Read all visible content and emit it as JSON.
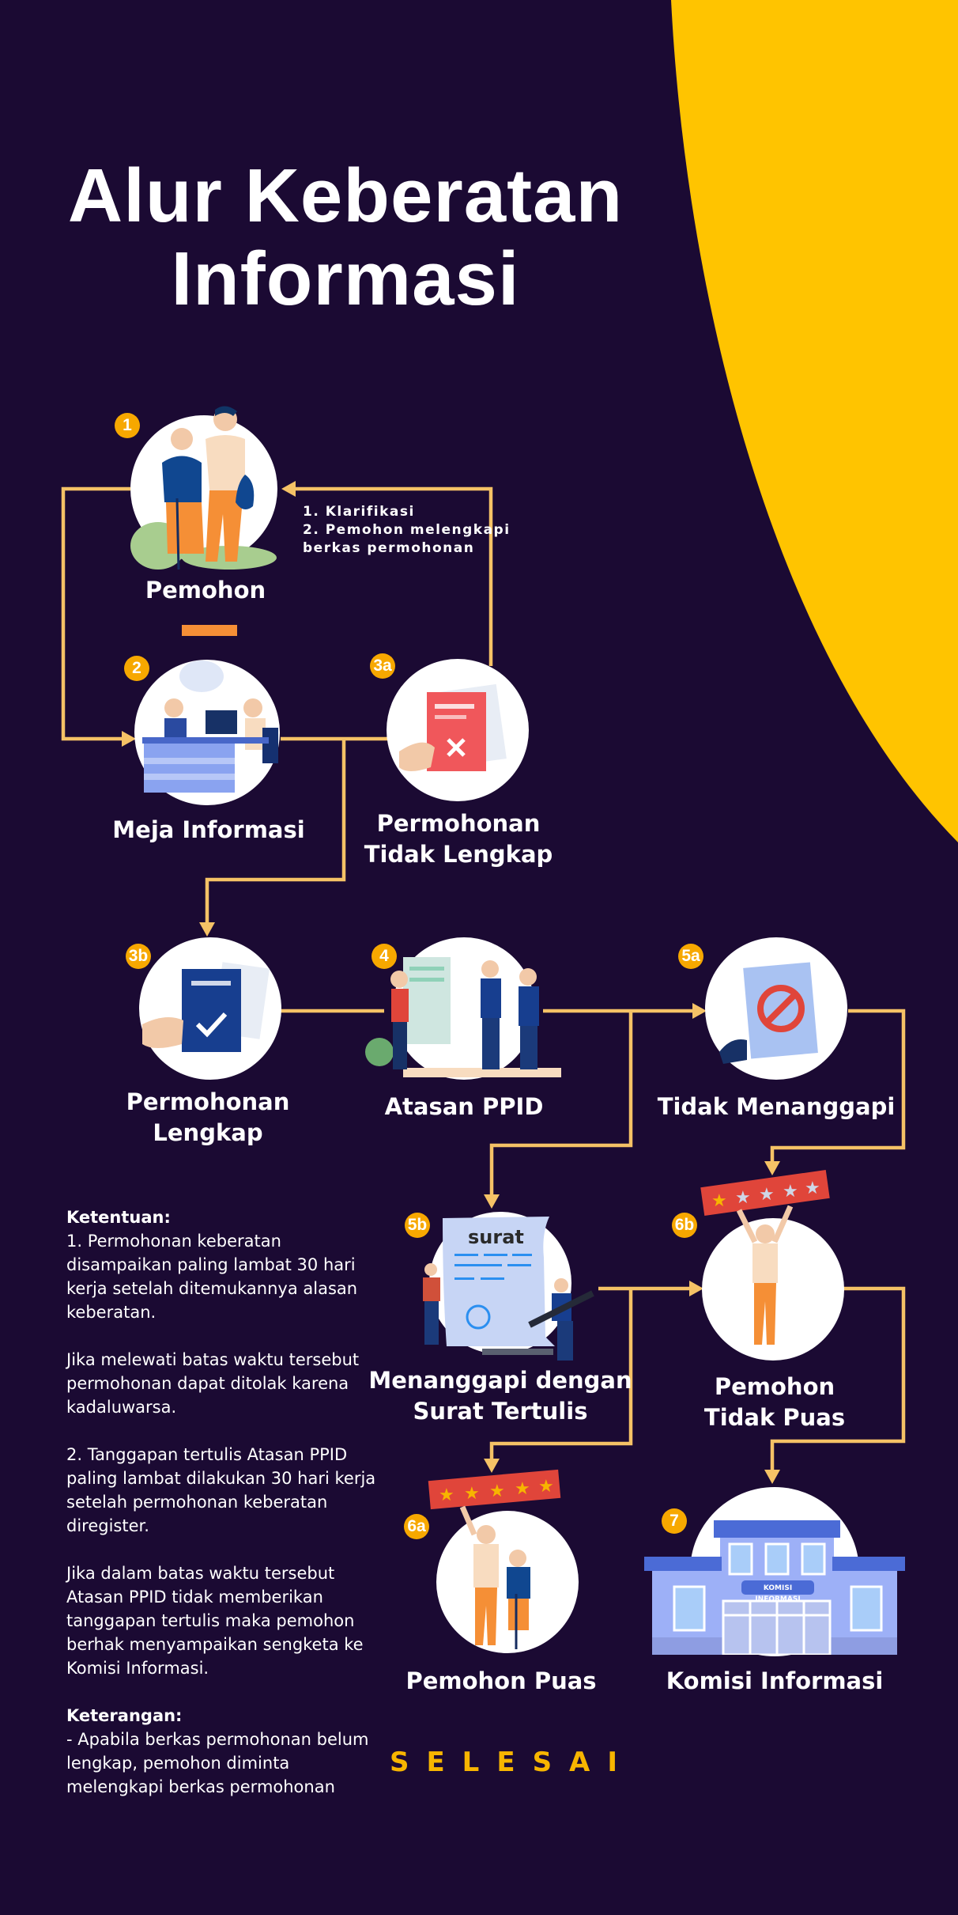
{
  "title": {
    "line1": "Alur Keberatan",
    "line2": "Informasi"
  },
  "colors": {
    "background": "#1b0a33",
    "accent": "#f7b500",
    "badge": "#f7a800",
    "connector": "#f5c266"
  },
  "nodes": {
    "n1": {
      "badge": "1",
      "label": "Pemohon",
      "icon": "people-icon"
    },
    "n2": {
      "badge": "2",
      "label": "Meja Informasi",
      "icon": "service-desk-icon"
    },
    "n3a": {
      "badge": "3a",
      "label_line1": "Permohonan",
      "label_line2": "Tidak Lengkap",
      "icon": "rejected-document-icon"
    },
    "n3b": {
      "badge": "3b",
      "label_line1": "Permohonan",
      "label_line2": "Lengkap",
      "icon": "approved-document-icon"
    },
    "n4": {
      "badge": "4",
      "label": "Atasan PPID",
      "icon": "meeting-icon"
    },
    "n5a": {
      "badge": "5a",
      "label": "Tidak Menanggapi",
      "icon": "prohibited-icon"
    },
    "n5b": {
      "badge": "5b",
      "label_line1": "Menanggapi dengan",
      "label_line2": "Surat Tertulis",
      "icon": "letter-icon",
      "letter_word": "surat"
    },
    "n6a": {
      "badge": "6a",
      "label": "Pemohon Puas",
      "icon": "five-star-rating-icon"
    },
    "n6b": {
      "badge": "6b",
      "label_line1": "Pemohon",
      "label_line2": "Tidak Puas",
      "icon": "low-star-rating-icon"
    },
    "n7": {
      "badge": "7",
      "label": "Komisi Informasi",
      "icon": "building-icon",
      "sign": "KOMISI INFORMASI"
    }
  },
  "loop_note": {
    "line1": "1. Klarifikasi",
    "line2": "2. Pemohon melengkapi",
    "line3": "berkas permohonan"
  },
  "rules": {
    "heading": "Ketentuan:",
    "p1": "1. Permohonan keberatan disampaikan paling lambat 30 hari kerja setelah ditemukannya alasan keberatan.",
    "p2": "Jika melewati batas waktu tersebut permohonan dapat ditolak karena kadaluwarsa.",
    "p3": "2. Tanggapan tertulis Atasan PPID paling lambat dilakukan 30 hari kerja setelah permohonan keberatan diregister.",
    "p4": "Jika dalam batas waktu tersebut Atasan PPID tidak memberikan tanggapan tertulis maka pemohon berhak menyampaikan sengketa ke Komisi Informasi.",
    "note_heading": "Keterangan:",
    "note": "- Apabila berkas permohonan belum lengkap, pemohon diminta melengkapi berkas permohonan"
  },
  "end_label": "SELESAI"
}
